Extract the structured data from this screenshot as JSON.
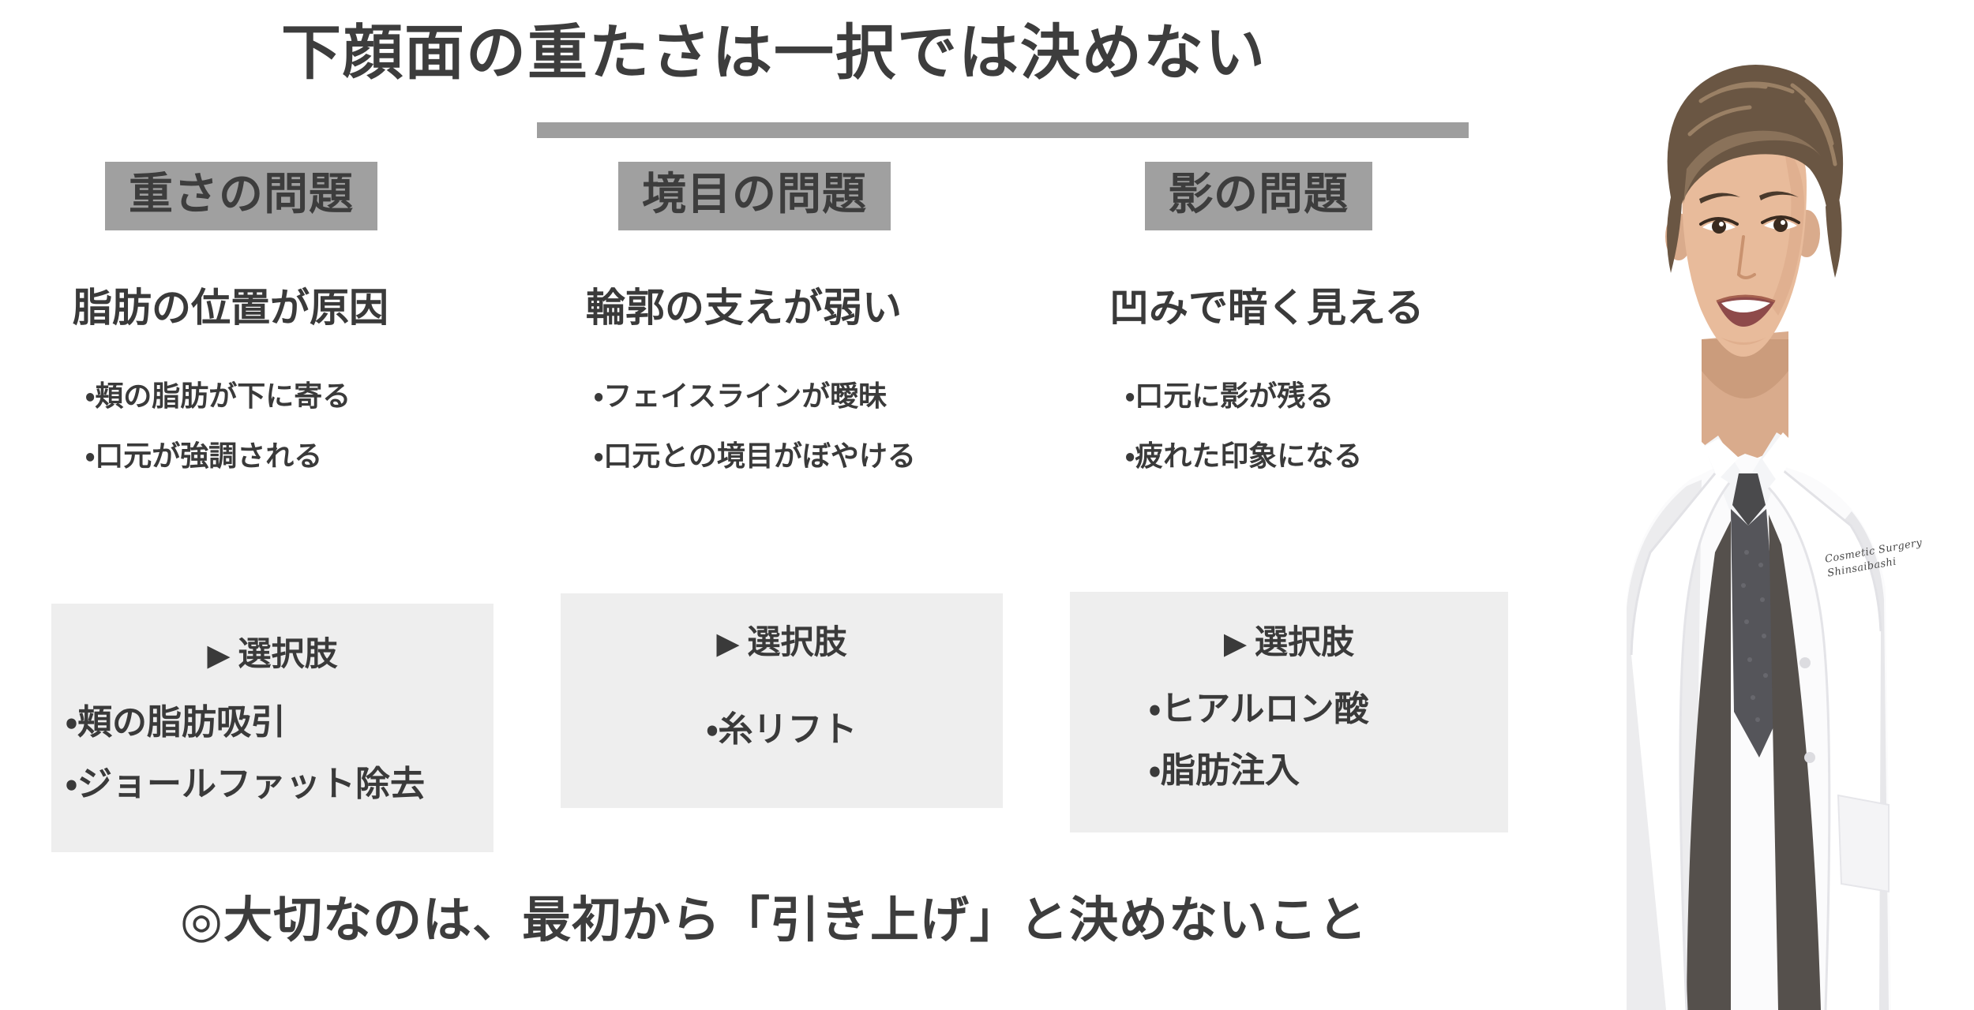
{
  "title": {
    "text": "下顔面の重たさは一択では決めない",
    "underline_color": "#9e9e9e"
  },
  "colors": {
    "background": "#ffffff",
    "header_chip": "#a0a0a0",
    "option_box": "#eeeeee",
    "text": "#3a3a3a"
  },
  "columns": [
    {
      "header": "重さの問題",
      "subheading": "脂肪の位置が原因",
      "bullets": [
        "・頬の脂肪が下に寄る",
        "・口元が強調される"
      ],
      "options": {
        "caret": "▶",
        "label": "選択肢",
        "items": [
          "・頬の脂肪吸引",
          "・ジョールファット除去"
        ]
      }
    },
    {
      "header": "境目の問題",
      "subheading": "輪郭の支えが弱い",
      "bullets": [
        "・フェイスラインが曖昧",
        "・口元との境目がぼやける"
      ],
      "options": {
        "caret": "▶",
        "label": "選択肢",
        "items": [
          "・糸リフト"
        ]
      }
    },
    {
      "header": "影の問題",
      "subheading": "凹みで暗く見える",
      "bullets": [
        "・口元に影が残る",
        "・疲れた印象になる"
      ],
      "options": {
        "caret": "▶",
        "label": "選択肢",
        "items": [
          "・ヒアルロン酸",
          "・脂肪注入"
        ]
      }
    }
  ],
  "conclusion": "◎大切なのは、最初から「引き上げ」と決めないこと",
  "photo": {
    "alt": "白衣を着た医師のポートレート",
    "embroidery_line1": "Cosmetic Surgery",
    "embroidery_line2": "Shinsaibashi"
  }
}
